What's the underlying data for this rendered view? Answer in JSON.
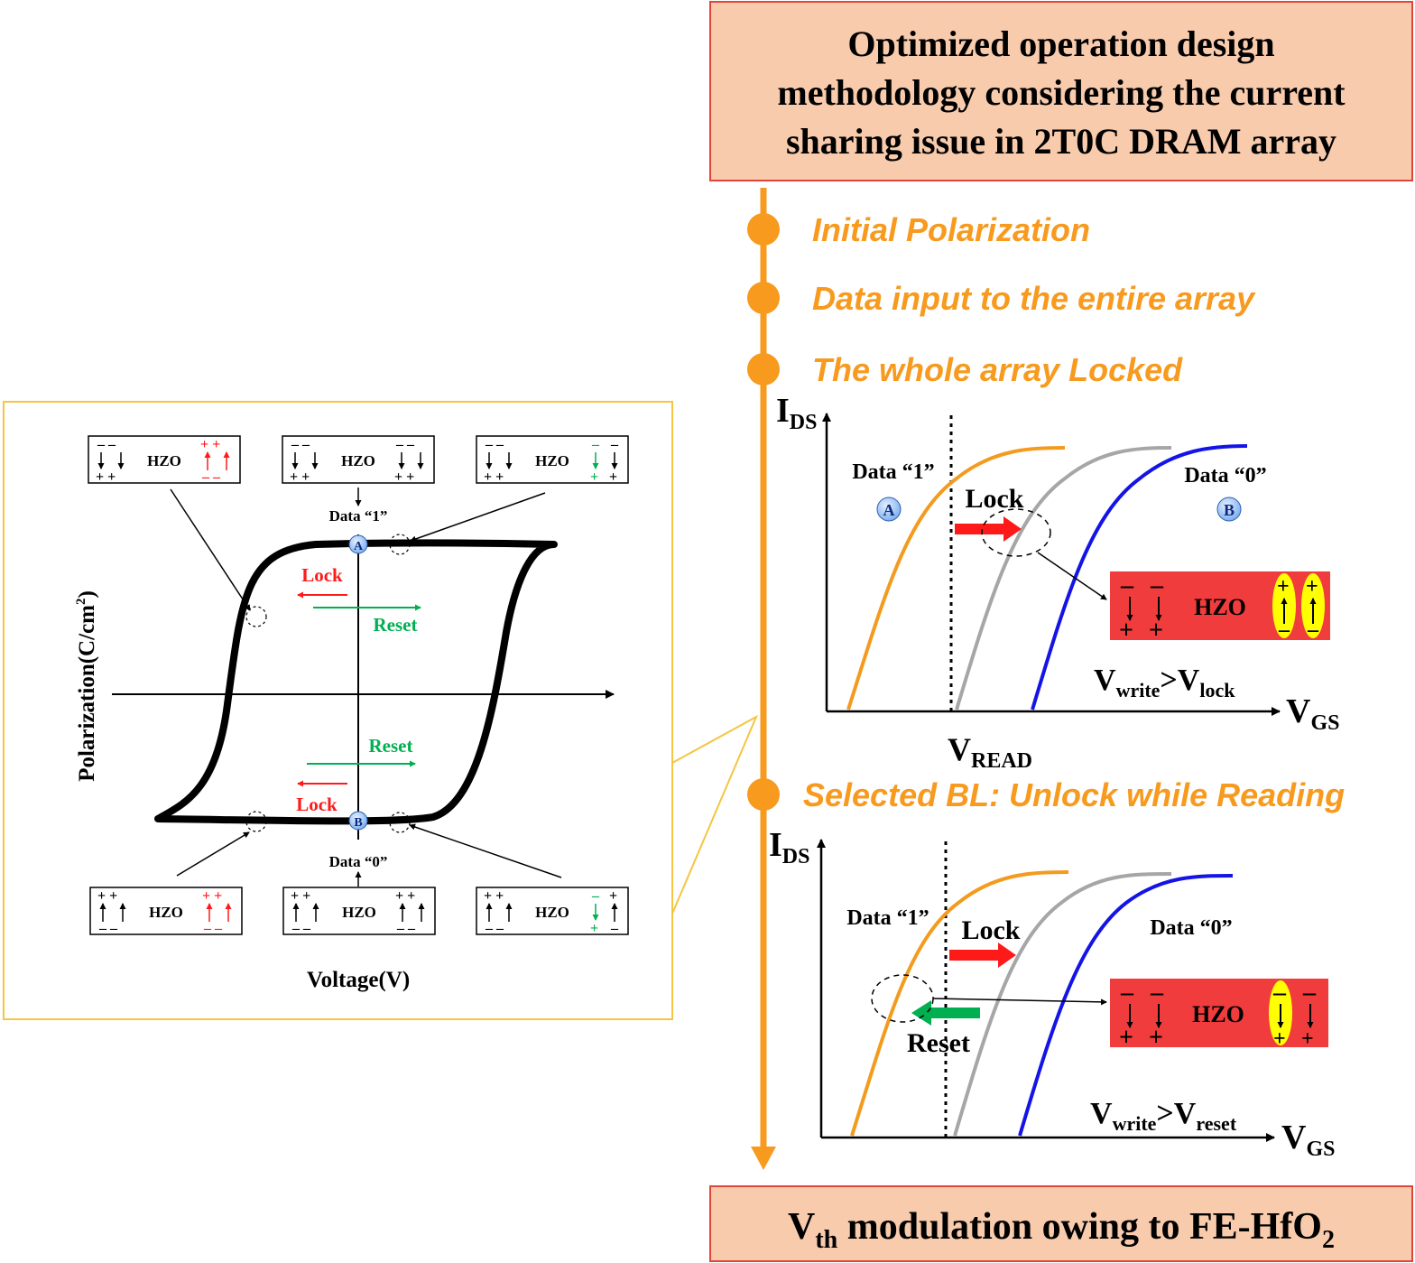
{
  "title_box": {
    "line1": "Optimized operation design",
    "line2": "methodology considering the current",
    "line3": "sharing issue in 2T0C DRAM array"
  },
  "timeline": {
    "step1": "Initial Polarization",
    "step2": "Data input  to the entire array",
    "step3": "The whole array Locked",
    "step4": "Selected BL: Unlock while Reading"
  },
  "bottom_box": {
    "prefix": "V",
    "sub": "th",
    "middle": " modulation owing to FE-HfO",
    "sub2": "2"
  },
  "hysteresis": {
    "y_axis_label": "Polarization(C/cm",
    "y_axis_sup": "2",
    "y_axis_close": ")",
    "x_axis_label": "Voltage(V)",
    "data1_label": "Data “1”",
    "data0_label": "Data “0”",
    "point_a": "A",
    "point_b": "B",
    "lock_label": "Lock",
    "reset_label": "Reset",
    "hzo": "HZO"
  },
  "graph_top": {
    "y_axis": "I",
    "y_sub": "DS",
    "x_axis": "V",
    "x_sub": "GS",
    "data1": "Data “1”",
    "data0": "Data “0”",
    "point_a": "A",
    "point_b": "B",
    "lock": "Lock",
    "hzo": "HZO",
    "cond_v1": "V",
    "cond_sub1": "write",
    "cond_gt": ">V",
    "cond_sub2": "lock",
    "vread": "V",
    "vread_sub": "READ"
  },
  "graph_bottom": {
    "y_axis": "I",
    "y_sub": "DS",
    "x_axis": "V",
    "x_sub": "GS",
    "data1": "Data “1”",
    "data0": "Data “0”",
    "lock": "Lock",
    "reset": "Reset",
    "hzo": "HZO",
    "cond_v1": "V",
    "cond_sub1": "write",
    "cond_gt": ">V",
    "cond_sub2": "reset"
  },
  "colors": {
    "timeline_orange": "#f79a1e",
    "box_fill": "#f8cbad",
    "box_border": "#e0453c",
    "curve_data1": "#f39b1f",
    "curve_mid": "#a6a6a6",
    "curve_data0": "#1414e6",
    "lock_red": "#ff1a1a",
    "reset_green": "#00b050",
    "hzo_red": "#f03c3c",
    "highlight_yellow": "#ffff00"
  }
}
